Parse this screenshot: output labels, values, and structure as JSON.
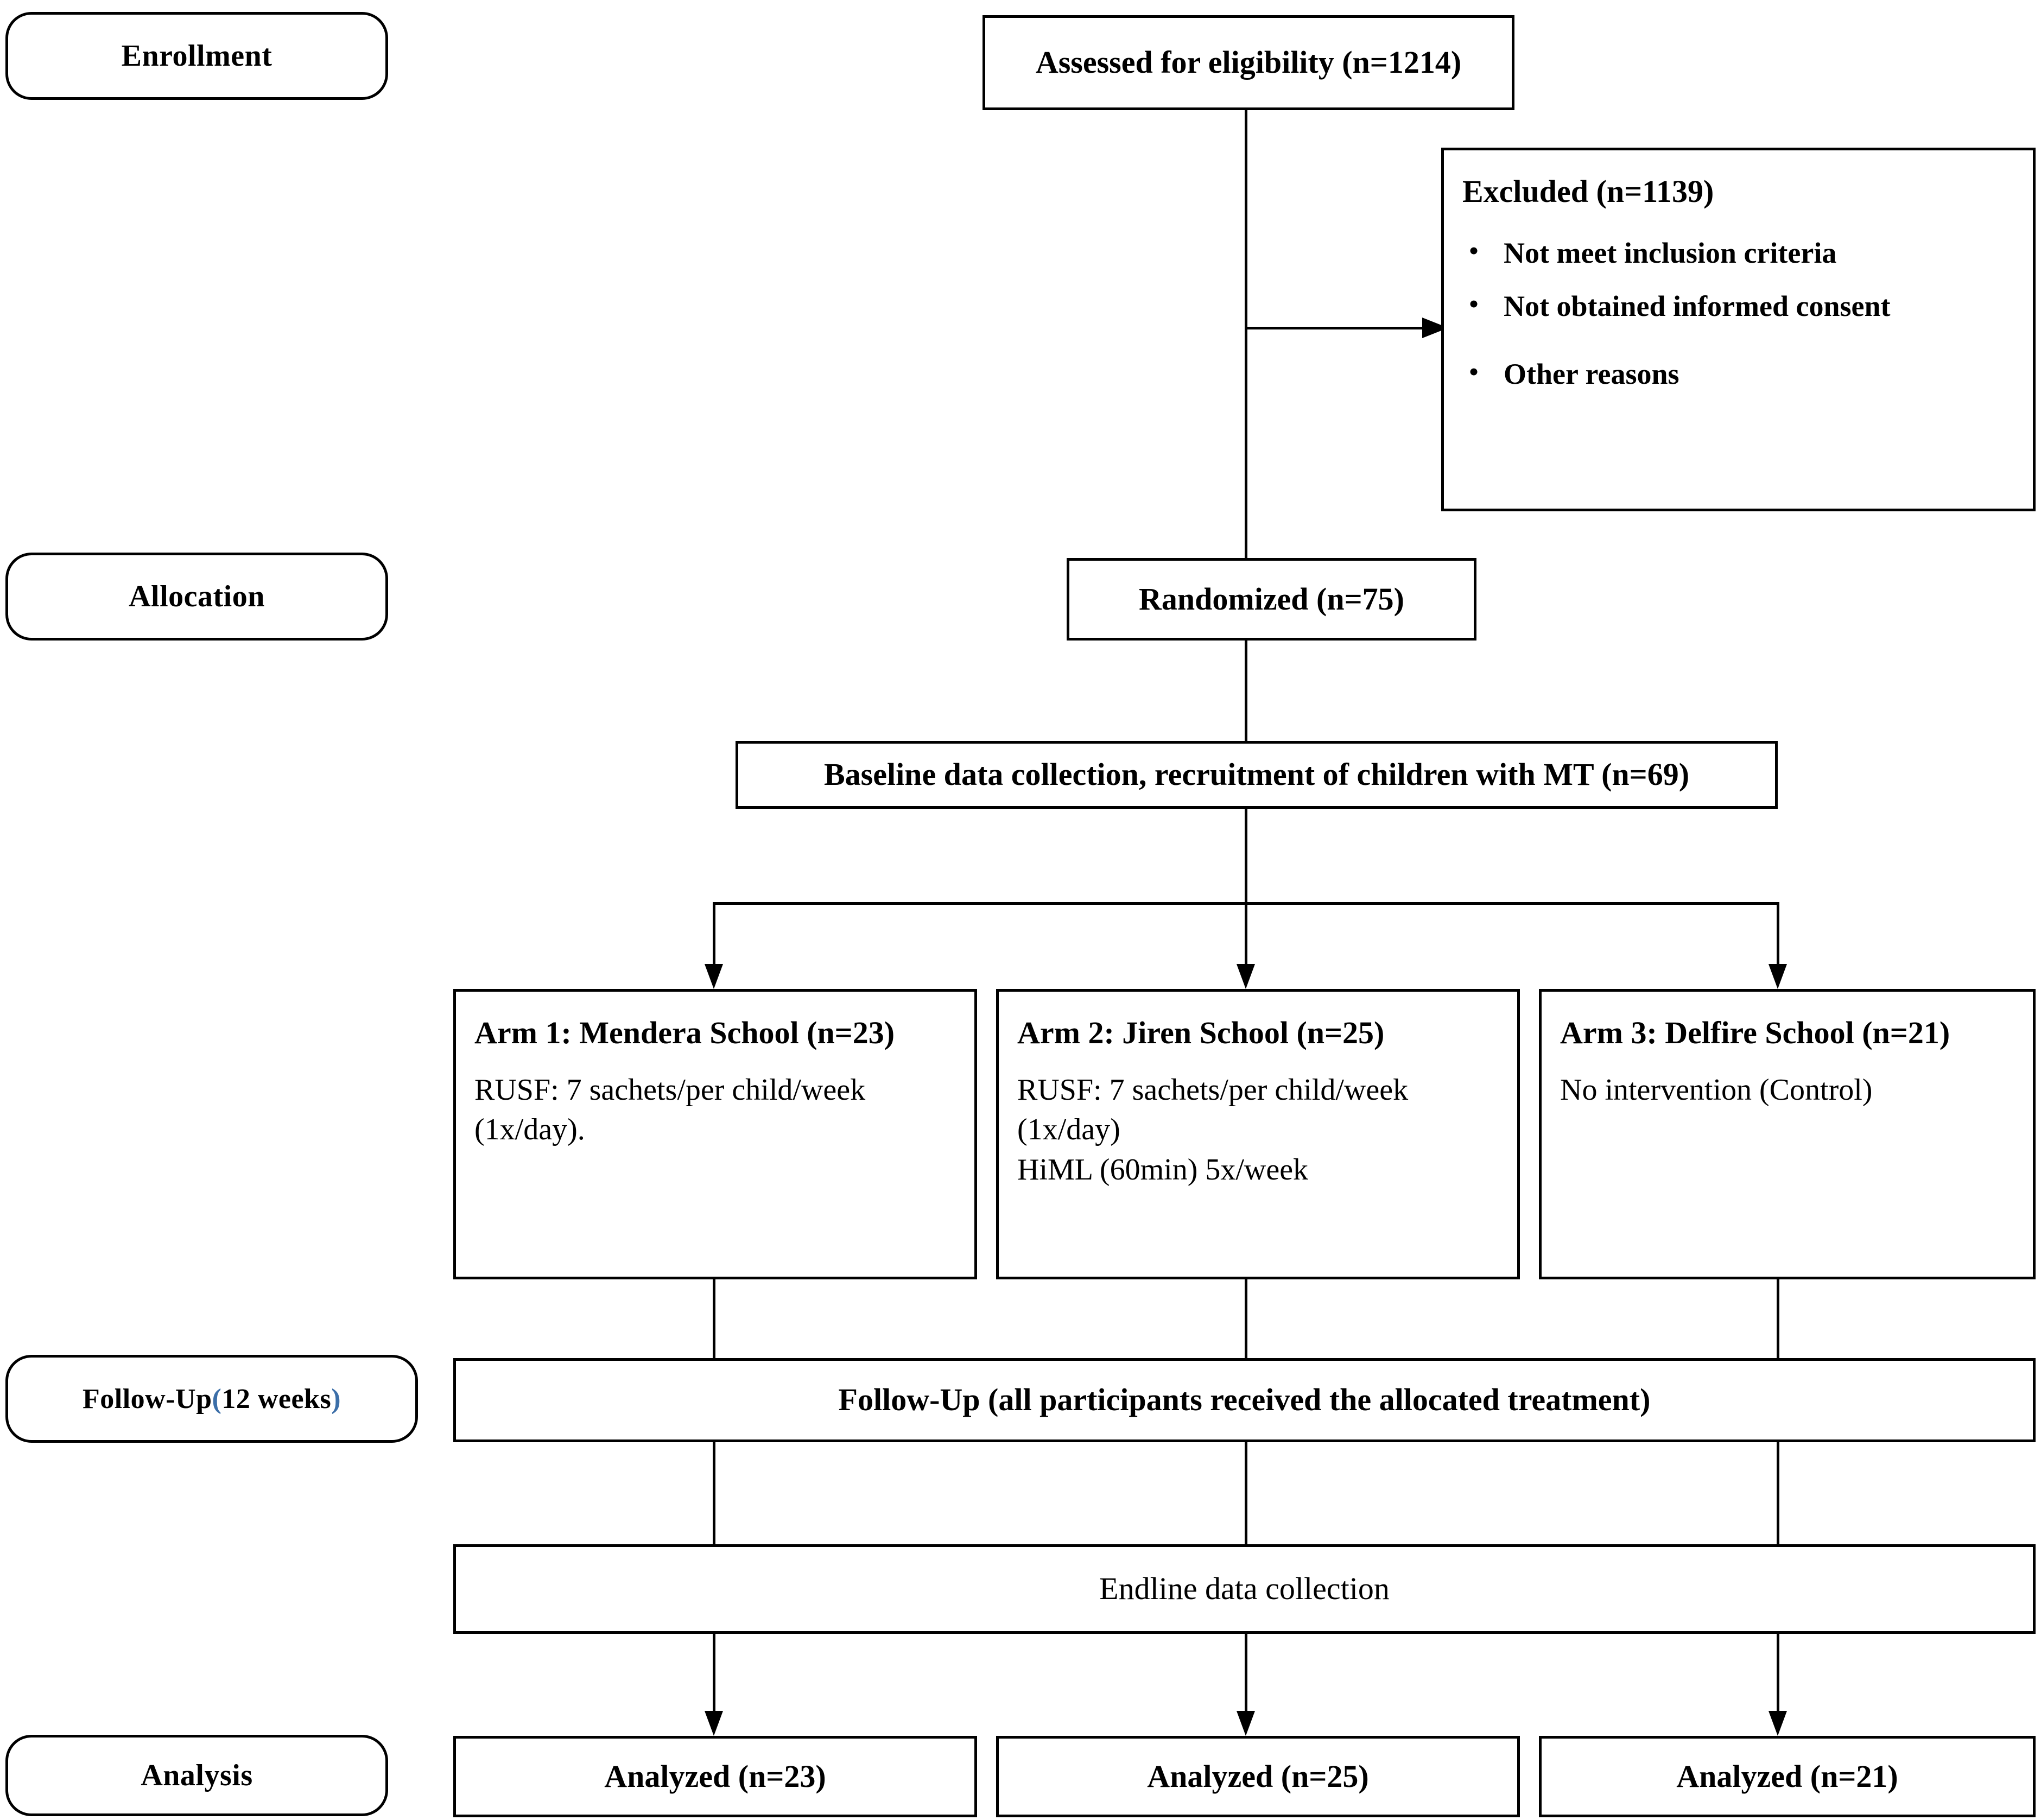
{
  "diagram": {
    "type": "CONSORT participant flow diagram",
    "stages": [
      {
        "id": "enrollment",
        "label": "Enrollment"
      },
      {
        "id": "allocation",
        "label": "Allocation"
      },
      {
        "id": "followup",
        "label_main": "Follow-Up ",
        "label_paren_open": "(",
        "label_paren_text": "12 weeks",
        "label_paren_close": ")"
      },
      {
        "id": "analysis",
        "label": "Analysis"
      }
    ],
    "accent_color": "#3b6ea8"
  },
  "nodes": {
    "assessed": {
      "text": "Assessed for eligibility (n=1214)",
      "n": 1214
    },
    "excluded": {
      "title": "Excluded (n=1139)",
      "n": 1139,
      "reasons": [
        "Not meet inclusion criteria",
        "Not obtained informed consent",
        "Other reasons"
      ],
      "bullet_glyph": "•"
    },
    "randomized": {
      "text": "Randomized (n=75)",
      "n": 75
    },
    "baseline": {
      "text": "Baseline data collection, recruitment of children with MT (n=69)",
      "n": 69
    },
    "arms": [
      {
        "title": "Arm 1: Mendera School (n=23)",
        "n": 23,
        "lines": [
          "RUSF: 7 sachets/per child/week",
          "(1x/day)."
        ]
      },
      {
        "title": "Arm 2:  Jiren School (n=25)",
        "n": 25,
        "lines": [
          "RUSF: 7 sachets/per child/week",
          "(1x/day)",
          "HiML (60min) 5x/week"
        ]
      },
      {
        "title": "Arm 3: Delfire School (n=21)",
        "n": 21,
        "lines": [
          "No intervention (Control)"
        ]
      }
    ],
    "followup_bar": {
      "text": "Follow-Up (all participants received the allocated treatment)"
    },
    "endline_bar": {
      "text": "Endline data collection"
    },
    "analyzed": [
      {
        "text": "Analyzed (n=23)",
        "n": 23
      },
      {
        "text": "Analyzed (n=25)",
        "n": 25
      },
      {
        "text": "Analyzed (n=21)",
        "n": 21
      }
    ]
  }
}
